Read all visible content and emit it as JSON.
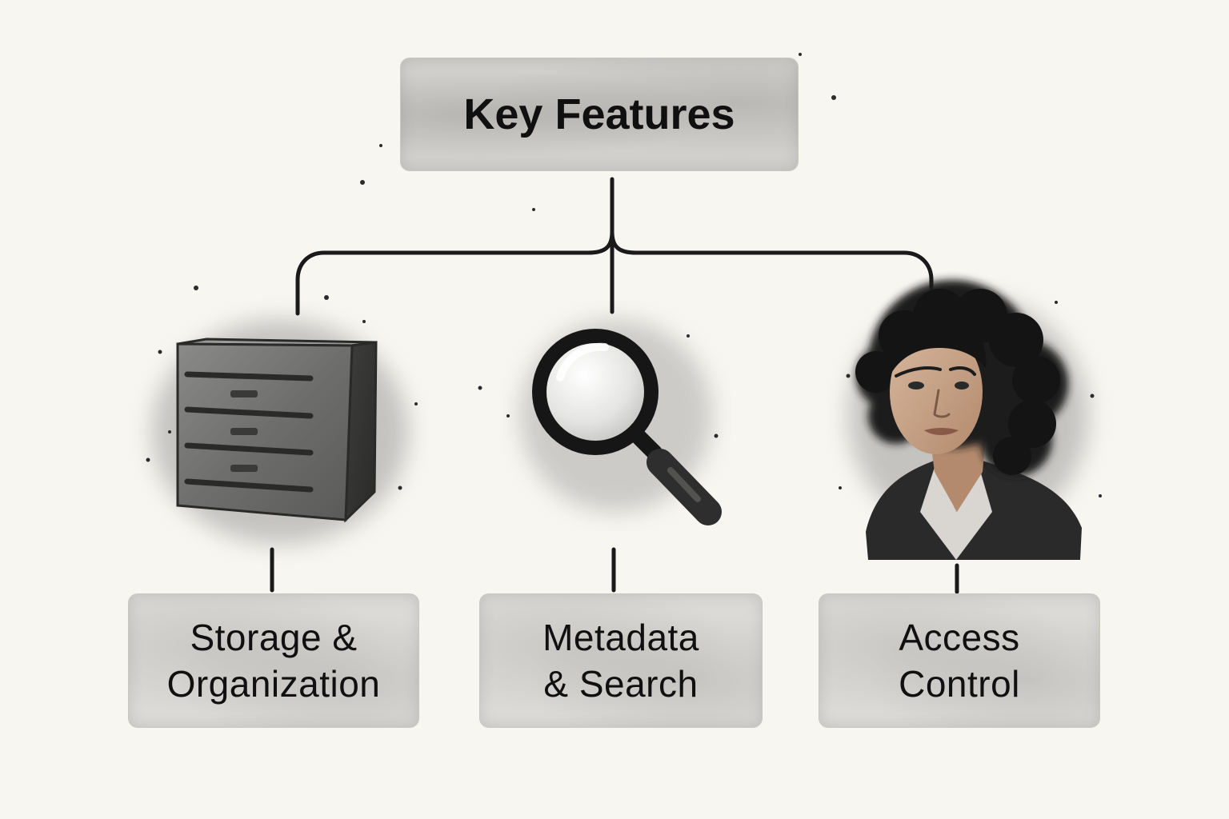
{
  "diagram": {
    "root": {
      "label": "Key Features"
    },
    "children": [
      {
        "line1": "Storage &",
        "line2": "Organization",
        "icon": "storage-cabinet-icon"
      },
      {
        "line1": "Metadata",
        "line2": "& Search",
        "icon": "magnifying-glass-icon"
      },
      {
        "line1": "Access",
        "line2": "Control",
        "icon": "person-portrait-icon"
      }
    ]
  },
  "colors": {
    "background": "#f8f6f1",
    "ink": "#1a1a1a",
    "box_fill": "#dcdad6"
  }
}
